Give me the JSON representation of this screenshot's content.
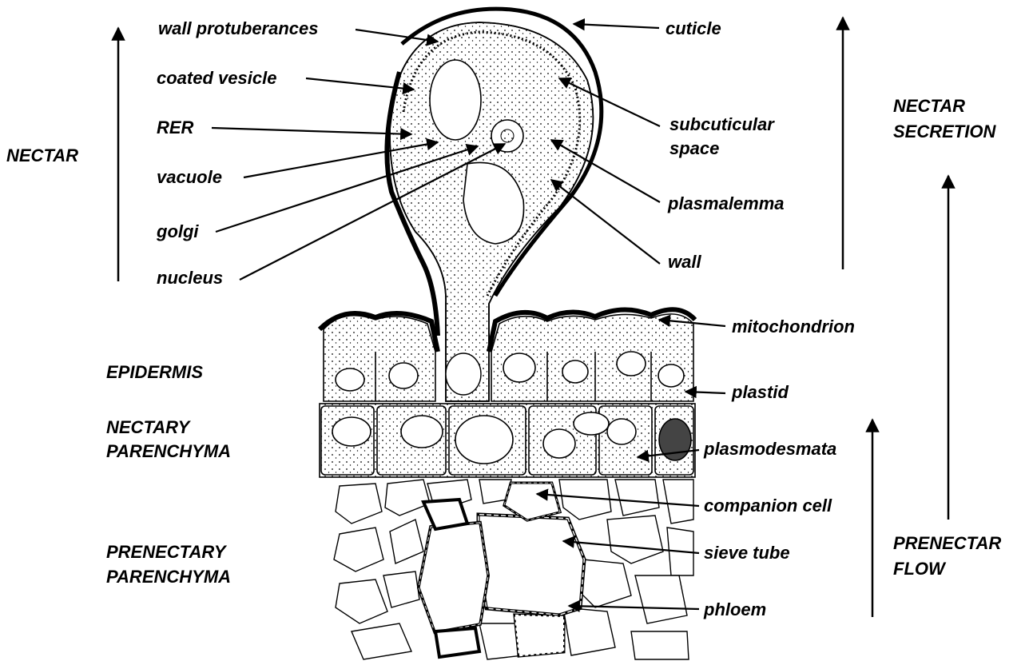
{
  "side_labels": {
    "nectar": "NECTAR",
    "epidermis": "EPIDERMIS",
    "nectary_parenchyma": [
      "NECTARY",
      "PARENCHYMA"
    ],
    "prenectary_parenchyma": [
      "PRENECTARY",
      "PARENCHYMA"
    ],
    "nectar_secretion": [
      "NECTAR",
      "SECRETION"
    ],
    "prenectar_flow": [
      "PRENECTAR",
      "FLOW"
    ]
  },
  "left_labels": {
    "wall_protuberances": "wall protuberances",
    "coated_vesicle": "coated vesicle",
    "rer": "RER",
    "vacuole": "vacuole",
    "golgi": "golgi",
    "nucleus": "nucleus"
  },
  "right_labels": {
    "cuticle": "cuticle",
    "subcuticular_space": [
      "subcuticular",
      "space"
    ],
    "plasmalemma": "plasmalemma",
    "wall": "wall",
    "mitochondrion": "mitochondrion",
    "plastid": "plastid",
    "plasmodesmata": "plasmodesmata",
    "companion_cell": "companion cell",
    "sieve_tube": "sieve tube",
    "phloem": "phloem"
  },
  "colors": {
    "ink": "#000000",
    "background": "#ffffff"
  }
}
